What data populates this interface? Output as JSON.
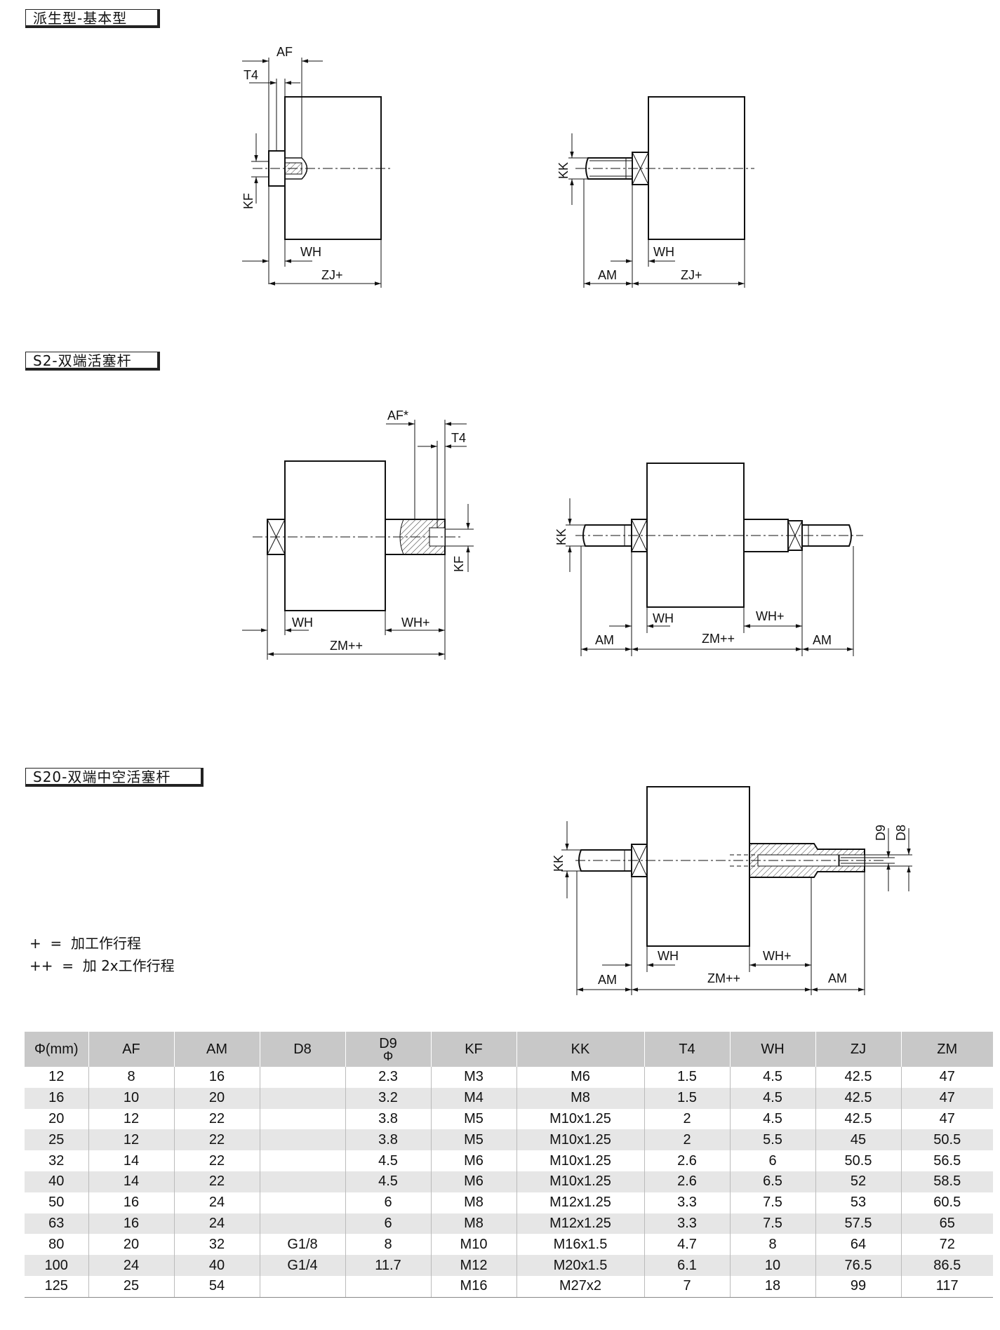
{
  "sections": [
    {
      "label": "派生型-基本型"
    },
    {
      "label": "S2-双端活塞杆"
    },
    {
      "label": "S20-双端中空活塞杆"
    }
  ],
  "dims": {
    "AF": "AF",
    "T4": "T4",
    "KF": "KF",
    "WH": "WH",
    "ZJ": "ZJ+",
    "KK": "KK",
    "AM": "AM",
    "AF_star": "AF*",
    "WH_plus": "WH+",
    "ZM": "ZM++",
    "D9": "D9",
    "D8": "D8"
  },
  "legend": [
    {
      "sym": "+",
      "eq": "=",
      "text": "加工作行程"
    },
    {
      "sym": "++",
      "eq": "=",
      "text": "加 2x工作行程"
    }
  ],
  "table": {
    "headers": [
      "Φ(mm)",
      "AF",
      "AM",
      "D8",
      "D9",
      "KF",
      "KK",
      "T4",
      "WH",
      "ZJ",
      "ZM"
    ],
    "d9_sub": "Φ",
    "rows": [
      [
        "12",
        "8",
        "16",
        "",
        "2.3",
        "M3",
        "M6",
        "1.5",
        "4.5",
        "42.5",
        "47"
      ],
      [
        "16",
        "10",
        "20",
        "",
        "3.2",
        "M4",
        "M8",
        "1.5",
        "4.5",
        "42.5",
        "47"
      ],
      [
        "20",
        "12",
        "22",
        "",
        "3.8",
        "M5",
        "M10x1.25",
        "2",
        "4.5",
        "42.5",
        "47"
      ],
      [
        "25",
        "12",
        "22",
        "",
        "3.8",
        "M5",
        "M10x1.25",
        "2",
        "5.5",
        "45",
        "50.5"
      ],
      [
        "32",
        "14",
        "22",
        "",
        "4.5",
        "M6",
        "M10x1.25",
        "2.6",
        "6",
        "50.5",
        "56.5"
      ],
      [
        "40",
        "14",
        "22",
        "",
        "4.5",
        "M6",
        "M10x1.25",
        "2.6",
        "6.5",
        "52",
        "58.5"
      ],
      [
        "50",
        "16",
        "24",
        "",
        "6",
        "M8",
        "M12x1.25",
        "3.3",
        "7.5",
        "53",
        "60.5"
      ],
      [
        "63",
        "16",
        "24",
        "",
        "6",
        "M8",
        "M12x1.25",
        "3.3",
        "7.5",
        "57.5",
        "65"
      ],
      [
        "80",
        "20",
        "32",
        "G1/8",
        "8",
        "M10",
        "M16x1.5",
        "4.7",
        "8",
        "64",
        "72"
      ],
      [
        "100",
        "24",
        "40",
        "G1/4",
        "11.7",
        "M12",
        "M20x1.5",
        "6.1",
        "10",
        "76.5",
        "86.5"
      ],
      [
        "125",
        "25",
        "54",
        "",
        "",
        "M16",
        "M27x2",
        "7",
        "18",
        "99",
        "117"
      ]
    ]
  }
}
